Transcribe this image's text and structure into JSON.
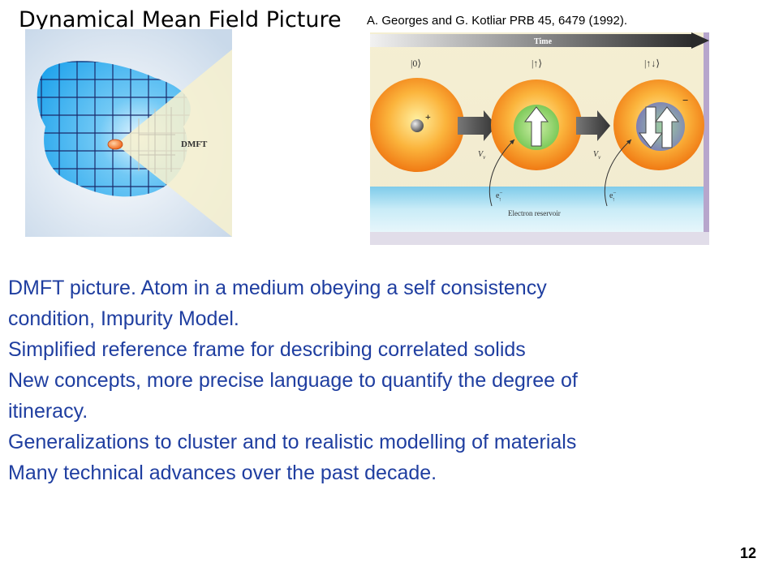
{
  "slide": {
    "title": "Dynamical Mean Field Picture",
    "citation": "A. Georges  and G. Kotliar PRB 45, 6479 (1992).",
    "page_number": "12"
  },
  "figure_left": {
    "label": "DMFT",
    "colors": {
      "grid_fill": "#2aa8ee",
      "grid_line": "#1a2a6a",
      "cone": "#f6f0cf",
      "atom": "#f27a2a"
    }
  },
  "figure_right": {
    "time_label": "Time",
    "states": [
      "|0⟩",
      "|↑⟩",
      "|↑↓⟩"
    ],
    "charge_plus": "+",
    "charge_minus": "−",
    "hybridization_label": "V",
    "hybridization_sub": "ν",
    "electron_label": "e",
    "electron_sup": "−",
    "electron_sub": "↑",
    "reservoir_label": "Electron reservoir",
    "colors": {
      "sphere": "#f5a623",
      "reservoir": "#b8e4f4",
      "arrow": "#4a4a4a"
    }
  },
  "body": {
    "lines": [
      "DMFT picture.  Atom   in a medium  obeying a self consistency",
      "condition, Impurity Model.",
      "Simplified reference frame for describing correlated  solids",
      "New concepts, more precise language to quantify the degree of",
      "itineracy.",
      "Generalizations to cluster and to  realistic modelling of materials",
      "Many technical advances over the past decade."
    ],
    "color": "#1f3ea0"
  }
}
